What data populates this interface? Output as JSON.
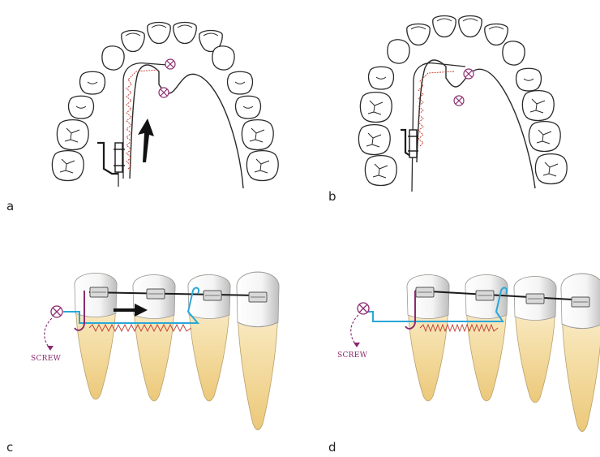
{
  "panels": [
    {
      "id": "a",
      "label": "a"
    },
    {
      "id": "b",
      "label": "b"
    },
    {
      "id": "c",
      "label": "c",
      "screw_label": "SCREW"
    },
    {
      "id": "d",
      "label": "d",
      "screw_label": "SCREW"
    }
  ],
  "colors": {
    "outline": "#2a2a2a",
    "screw": "#8a2a6e",
    "spring": "#c0392b",
    "wire_blue": "#2aa7d8",
    "archwire": "#1a1a1a",
    "root": "#f0d79a",
    "enamel": "#dcdcdc"
  }
}
